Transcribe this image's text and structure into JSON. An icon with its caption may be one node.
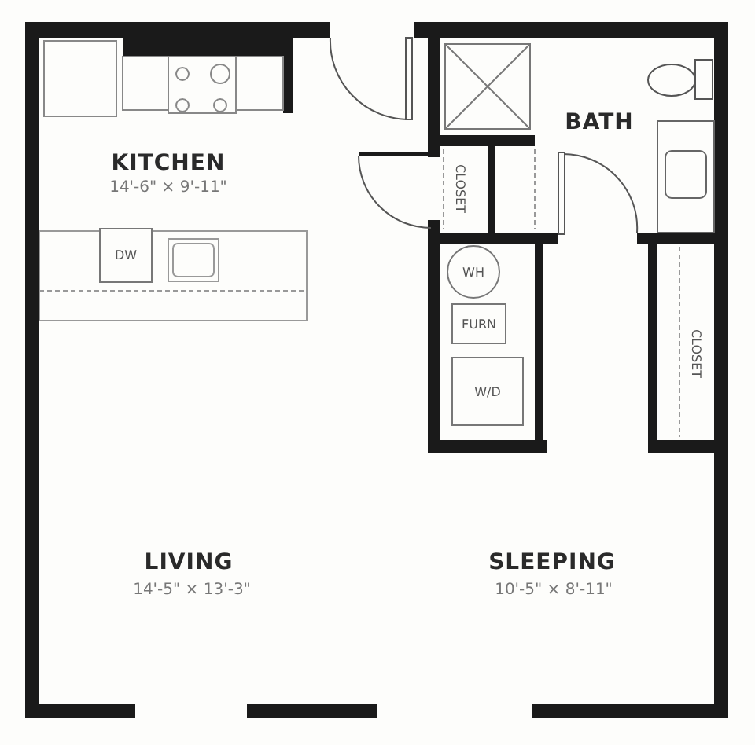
{
  "diagram": {
    "nodes": [
      {
        "text": [
          "DW"
        ]
      },
      {
        "text": [
          "WH"
        ]
      },
      {
        "text": [
          "FURN"
        ]
      },
      {
        "text": [
          "W/D"
        ]
      }
    ],
    "labels": [
      "BATH",
      "KITCHEN",
      "14'-6\" × 9'-11\"",
      "CLOSET",
      "CLOSET",
      "LIVING",
      "14'-5\" × 13'-3\"",
      "SLEEPING",
      "10'-5\" × 8'-11\""
    ]
  }
}
